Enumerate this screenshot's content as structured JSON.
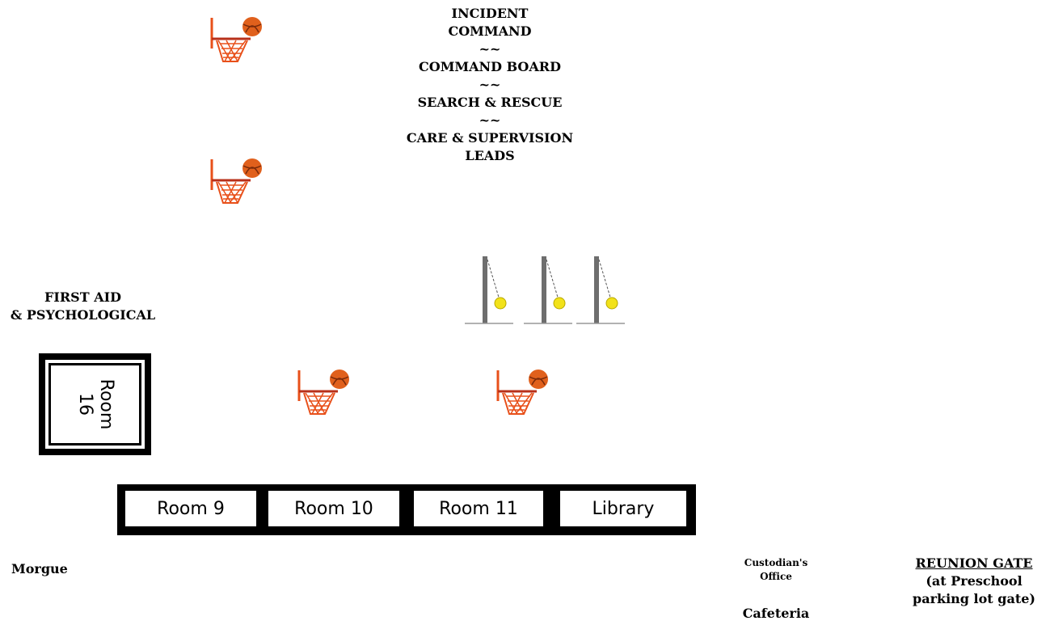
{
  "command_post": {
    "line1": "INCIDENT",
    "line2": "COMMAND",
    "sep1": "~~",
    "line3": "COMMAND BOARD",
    "sep2": "~~",
    "line4": "SEARCH & RESCUE",
    "sep3": "~~",
    "line5": "CARE & SUPERVISION",
    "line6": "LEADS"
  },
  "first_aid": {
    "line1": "FIRST AID",
    "line2": "& PSYCHOLOGICAL"
  },
  "room16": {
    "label_line1": "Room",
    "label_line2": "16"
  },
  "rooms_row": {
    "room9": "Room 9",
    "room10": "Room 10",
    "room11": "Room 11",
    "library": "Library"
  },
  "morgue": "Morgue",
  "custodians_office": {
    "line1": "Custodian's",
    "line2": "Office"
  },
  "cafeteria": "Cafeteria",
  "reunion_gate": {
    "title": "REUNION GATE",
    "line2": "(at Preschool",
    "line3": "parking lot gate)"
  },
  "icons": {
    "basketball_hoop": "basketball-hoop-icon",
    "tetherball_pole": "tetherball-pole-icon"
  },
  "colors": {
    "hoop_orange": "#e8501a",
    "ball_orange": "#e0601c",
    "tetherball_yellow": "#f2e21a",
    "pole_gray": "#6e6e6e"
  }
}
